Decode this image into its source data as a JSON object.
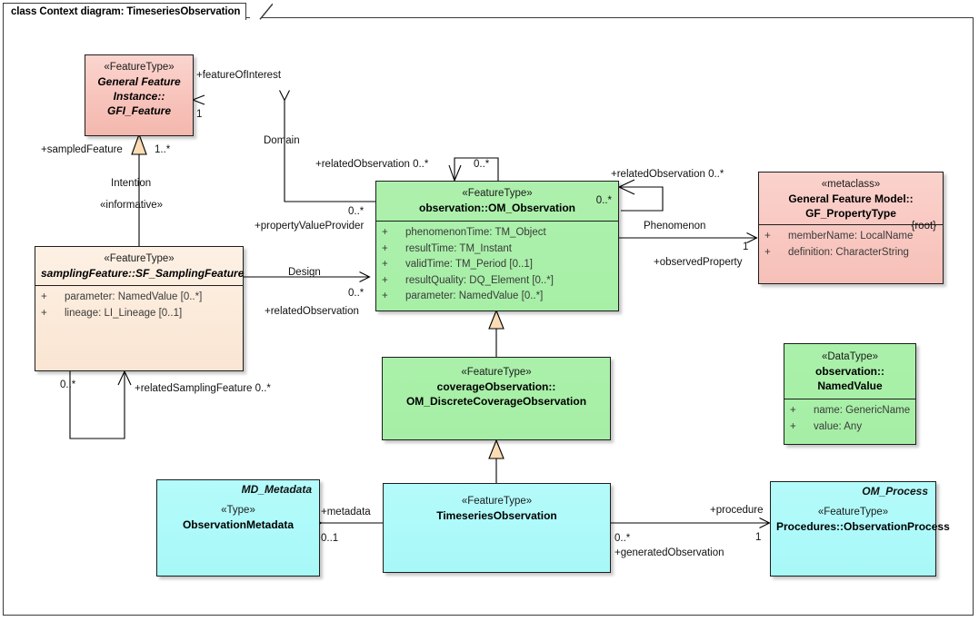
{
  "diagram": {
    "frame_title": "class Context diagram: TimeseriesObservation",
    "type": "uml-class-diagram"
  },
  "classes": [
    {
      "id": "gfi_feature",
      "stereotype": "«FeatureType»",
      "name_lines": [
        "General Feature",
        "Instance::",
        "GFI_Feature"
      ],
      "italic": true,
      "corner_label": "",
      "tr_label": "",
      "attributes": [],
      "color": "#f6c3ba"
    },
    {
      "id": "sampling_feature",
      "stereotype": "«FeatureType»",
      "name_lines": [
        "samplingFeature::SF_SamplingFeature"
      ],
      "italic": true,
      "corner_label": "",
      "tr_label": "",
      "attributes": [
        {
          "vis": "+",
          "text": "parameter: NamedValue [0..*]"
        },
        {
          "vis": "+",
          "text": "lineage: LI_Lineage [0..1]"
        }
      ],
      "color": "#fae5d2"
    },
    {
      "id": "om_observation",
      "stereotype": "«FeatureType»",
      "name_lines": [
        "observation::OM_Observation"
      ],
      "italic": false,
      "corner_label": "0..*",
      "tr_label": "",
      "attributes": [
        {
          "vis": "+",
          "text": "phenomenonTime: TM_Object"
        },
        {
          "vis": "+",
          "text": "resultTime: TM_Instant"
        },
        {
          "vis": "+",
          "text": "validTime: TM_Period [0..1]"
        },
        {
          "vis": "+",
          "text": "resultQuality: DQ_Element [0..*]"
        },
        {
          "vis": "+",
          "text": "parameter: NamedValue [0..*]"
        }
      ],
      "color": "#a7efa7"
    },
    {
      "id": "gf_propertytype",
      "stereotype": "«metaclass»",
      "name_lines": [
        "General Feature Model::",
        "GF_PropertyType"
      ],
      "italic": false,
      "corner_label": "{root}",
      "tr_label": "",
      "attributes": [
        {
          "vis": "+",
          "text": "memberName: LocalName"
        },
        {
          "vis": "+",
          "text": "definition: CharacterString"
        }
      ],
      "color": "#f6c3ba"
    },
    {
      "id": "coverage_observation",
      "stereotype": "«FeatureType»",
      "name_lines": [
        "coverageObservation::",
        "OM_DiscreteCoverageObservation"
      ],
      "italic": false,
      "corner_label": "",
      "tr_label": "",
      "attributes": [],
      "color": "#a7efa7"
    },
    {
      "id": "named_value",
      "stereotype": "«DataType»",
      "name_lines": [
        "observation::",
        "NamedValue"
      ],
      "italic": false,
      "corner_label": "",
      "tr_label": "",
      "attributes": [
        {
          "vis": "+",
          "text": "name: GenericName"
        },
        {
          "vis": "+",
          "text": "value: Any"
        }
      ],
      "color": "#a7efa7"
    },
    {
      "id": "observation_metadata",
      "stereotype": "«Type»",
      "name_lines": [
        "ObservationMetadata"
      ],
      "italic": false,
      "corner_label": "",
      "tr_label": "MD_Metadata",
      "attributes": [],
      "color": "#a8f8f8"
    },
    {
      "id": "timeseries_observation",
      "stereotype": "«FeatureType»",
      "name_lines": [
        "TimeseriesObservation"
      ],
      "italic": false,
      "corner_label": "",
      "tr_label": "",
      "attributes": [],
      "color": "#a8f8f8"
    },
    {
      "id": "observation_process",
      "stereotype": "«FeatureType»",
      "name_lines": [
        "Procedures::ObservationProcess"
      ],
      "italic": false,
      "corner_label": "",
      "tr_label": "OM_Process",
      "attributes": [],
      "color": "#a8f8f8"
    }
  ],
  "connector_labels": {
    "feature_of_interest": "+featureOfInterest",
    "foi_mult": "1",
    "sampled_feature": "+sampledFeature",
    "sampled_feature_mult": "1..*",
    "intention": "Intention",
    "informative": "«informative»",
    "domain": "Domain",
    "related_observation_top": "+relatedObservation 0..*",
    "self_top_mult": "0..*",
    "related_observation_right": "+relatedObservation 0..*",
    "property_value_provider": "+propertyValueProvider",
    "pvp_mult": "0..*",
    "design": "Design",
    "related_observation_left": "+relatedObservation",
    "design_mult": "0..*",
    "phenomenon": "Phenomenon",
    "observed_property": "+observedProperty",
    "observed_property_mult": "1",
    "related_sampling_feature": "+relatedSamplingFeature 0..*",
    "related_sampling_feature_mult": "0..*",
    "metadata": "+metadata",
    "metadata_mult": "0..1",
    "procedure": "+procedure",
    "procedure_mult": "1",
    "generated_observation": "+generatedObservation",
    "generated_observation_mult": "0..*"
  }
}
